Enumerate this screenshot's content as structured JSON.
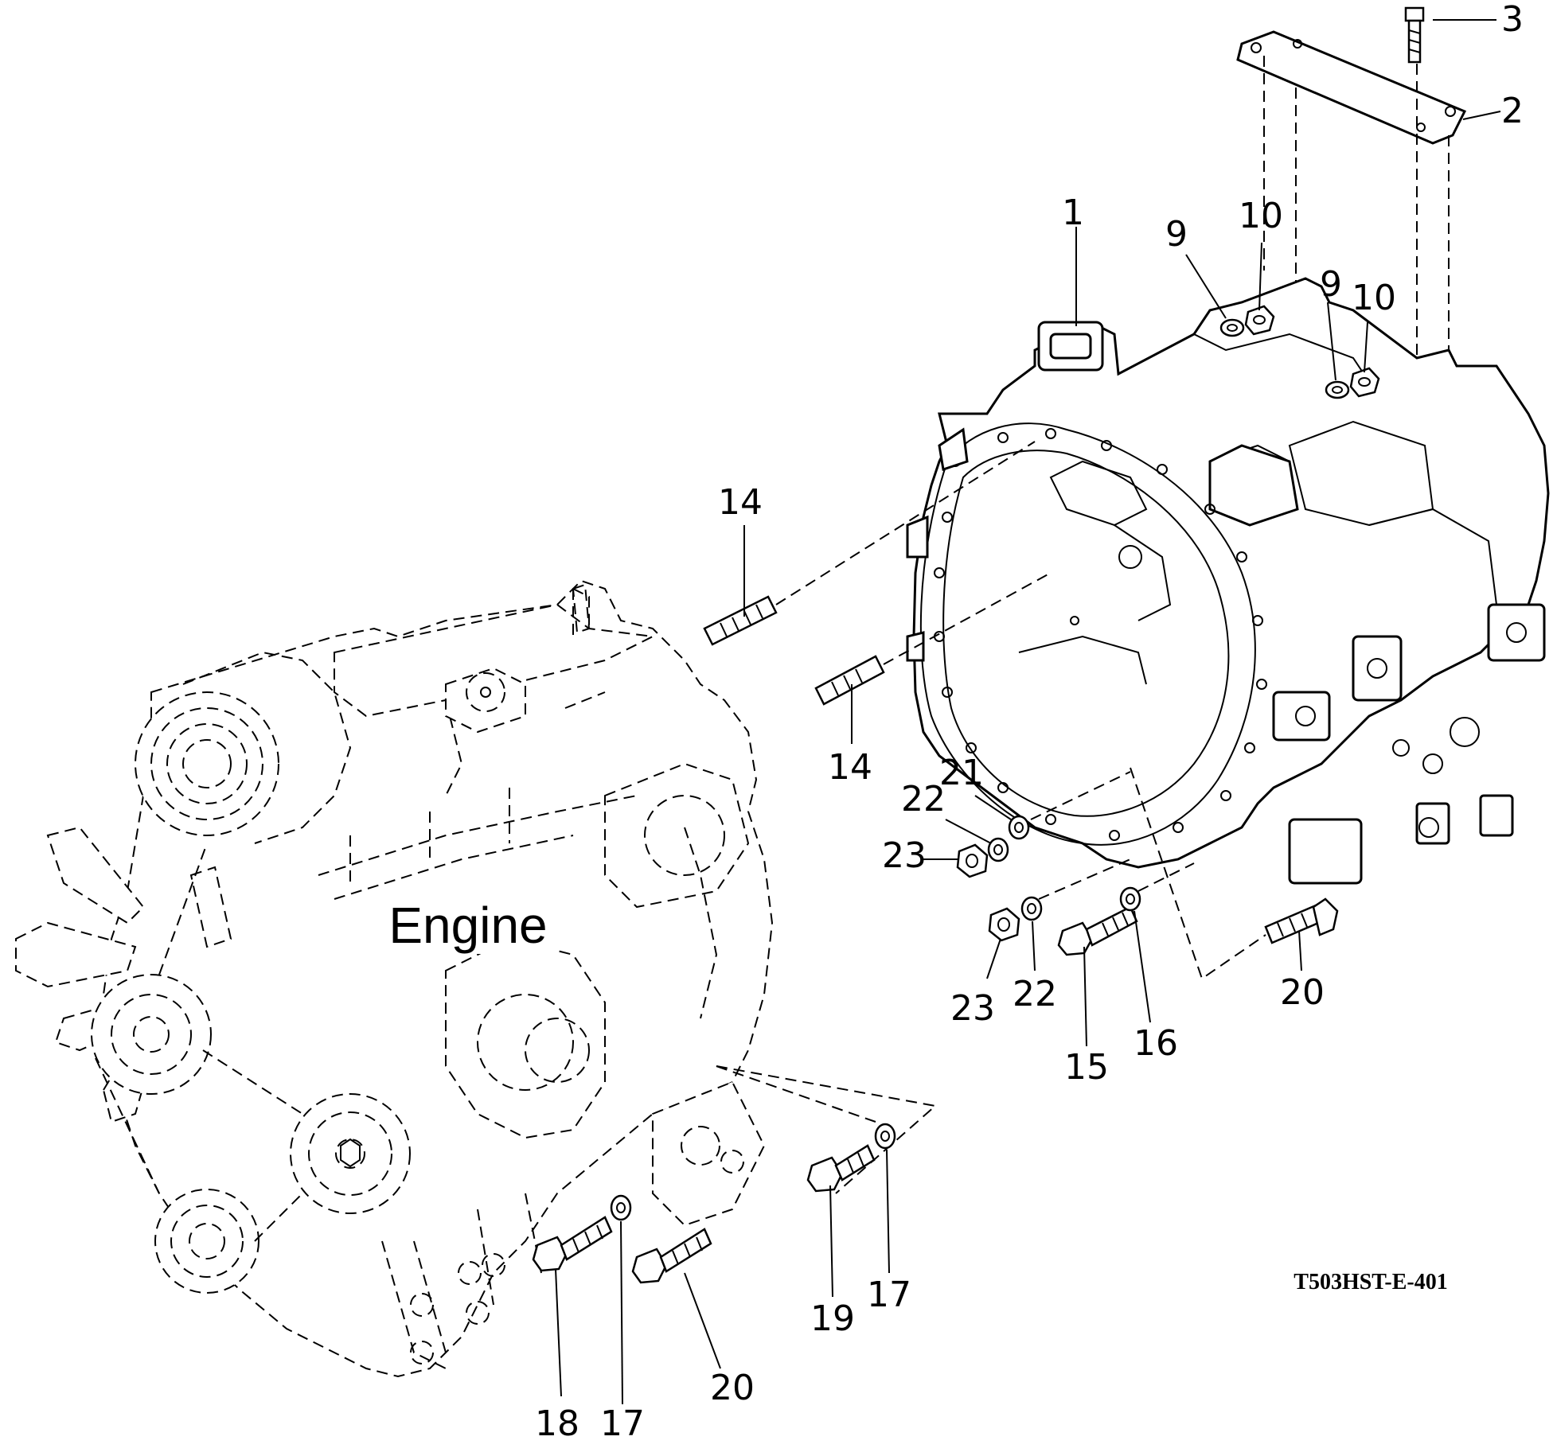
{
  "figure": {
    "engine_label": "Engine",
    "figure_code": "T503HST-E-401"
  },
  "callouts": [
    {
      "id": "c1",
      "number": "1"
    },
    {
      "id": "c2",
      "number": "2"
    },
    {
      "id": "c3",
      "number": "3"
    },
    {
      "id": "c9a",
      "number": "9"
    },
    {
      "id": "c9b",
      "number": "9"
    },
    {
      "id": "c10a",
      "number": "10"
    },
    {
      "id": "c10b",
      "number": "10"
    },
    {
      "id": "c14a",
      "number": "14"
    },
    {
      "id": "c14b",
      "number": "14"
    },
    {
      "id": "c15",
      "number": "15"
    },
    {
      "id": "c16",
      "number": "16"
    },
    {
      "id": "c17a",
      "number": "17"
    },
    {
      "id": "c17b",
      "number": "17"
    },
    {
      "id": "c18",
      "number": "18"
    },
    {
      "id": "c19",
      "number": "19"
    },
    {
      "id": "c20a",
      "number": "20"
    },
    {
      "id": "c20b",
      "number": "20"
    },
    {
      "id": "c21",
      "number": "21"
    },
    {
      "id": "c22a",
      "number": "22"
    },
    {
      "id": "c22b",
      "number": "22"
    },
    {
      "id": "c23a",
      "number": "23"
    },
    {
      "id": "c23b",
      "number": "23"
    }
  ]
}
